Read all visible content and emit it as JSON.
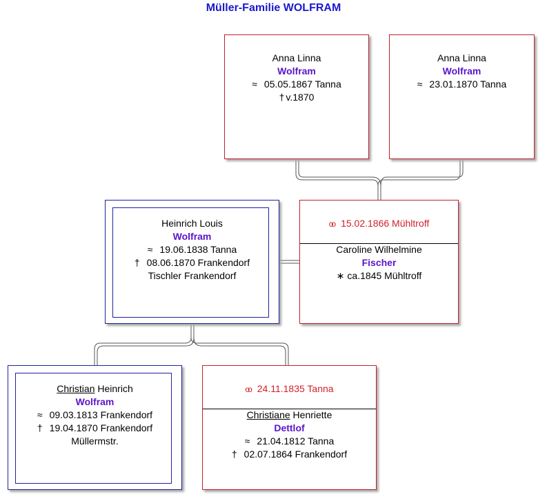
{
  "title": "Müller-Familie WOLFRAM",
  "parents": [
    {
      "given": "Anna Linna",
      "surname": "Wolfram",
      "birth": "05.05.1867 Tanna",
      "death": "v.1870"
    },
    {
      "given": "Anna Linna",
      "surname": "Wolfram",
      "birth": "23.01.1870 Tanna"
    }
  ],
  "heinrich": {
    "given": "Heinrich Louis",
    "surname": "Wolfram",
    "birth": "19.06.1838 Tanna",
    "death": "08.06.1870 Frankendorf",
    "occupation": "Tischler Frankendorf"
  },
  "caroline": {
    "marriage": "15.02.1866 Mühltroff",
    "given": "Caroline Wilhelmine",
    "surname": "Fischer",
    "birth": "ca.1845 Mühltroff"
  },
  "christian": {
    "given_underlined": "Christian",
    "given_rest": "Heinrich",
    "surname": "Wolfram",
    "birth": "09.03.1813 Frankendorf",
    "death": "19.04.1870 Frankendorf",
    "occupation": "Müllermstr."
  },
  "christiane": {
    "marriage": "24.11.1835 Tanna",
    "given_underlined": "Christiane",
    "given_rest": "Henriette",
    "surname": "Dettlof",
    "birth": "21.04.1812 Tanna",
    "death": "02.07.1864 Frankendorf"
  },
  "symbols": {
    "birth": "≈",
    "birth_star": "∗",
    "death": "†",
    "marriage": "oo"
  },
  "colors": {
    "title": "#1a1acc",
    "surname": "#5a14c8",
    "marriage": "#d0202a",
    "red_border": "#c0202a",
    "blue_border": "#2020a0"
  }
}
